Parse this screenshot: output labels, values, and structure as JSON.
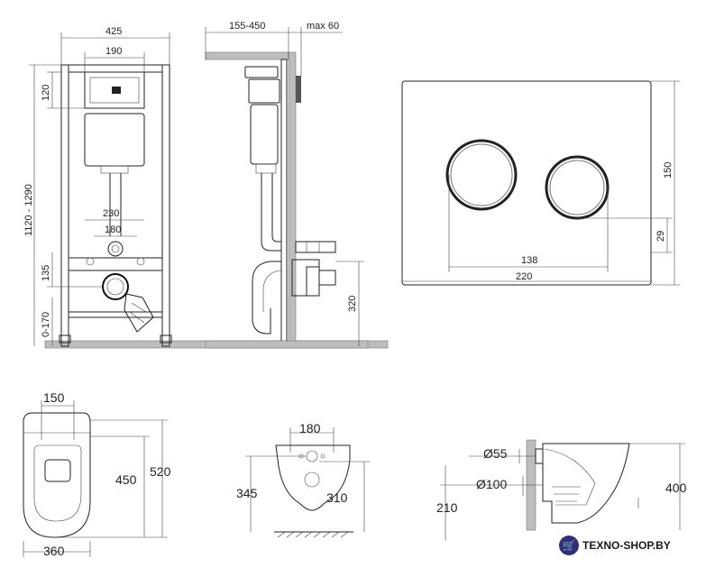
{
  "front_view": {
    "width_total": "425",
    "width_inner": "190",
    "height_top": "120",
    "height_range": "1120 - 1290",
    "width_mid": "230",
    "width_mid2": "180",
    "height_drain": "135",
    "height_floor": "0-170"
  },
  "side_view": {
    "depth_range": "155-450",
    "depth_max": "max 60",
    "height_outlet": "320"
  },
  "button_panel": {
    "height": "150",
    "offset": "29",
    "button_spacing": "138",
    "width": "220"
  },
  "toilet_top": {
    "width_top": "150",
    "length_inner": "450",
    "length_total": "520",
    "width_bottom": "360"
  },
  "toilet_back": {
    "width": "180",
    "height_left": "345",
    "height_right": "310"
  },
  "toilet_side": {
    "dia_small": "Ø55",
    "dia_large": "Ø100",
    "height_left": "210",
    "height_right": "400"
  },
  "brand": {
    "logo_text": "TEXNO-SHOP.BY"
  }
}
